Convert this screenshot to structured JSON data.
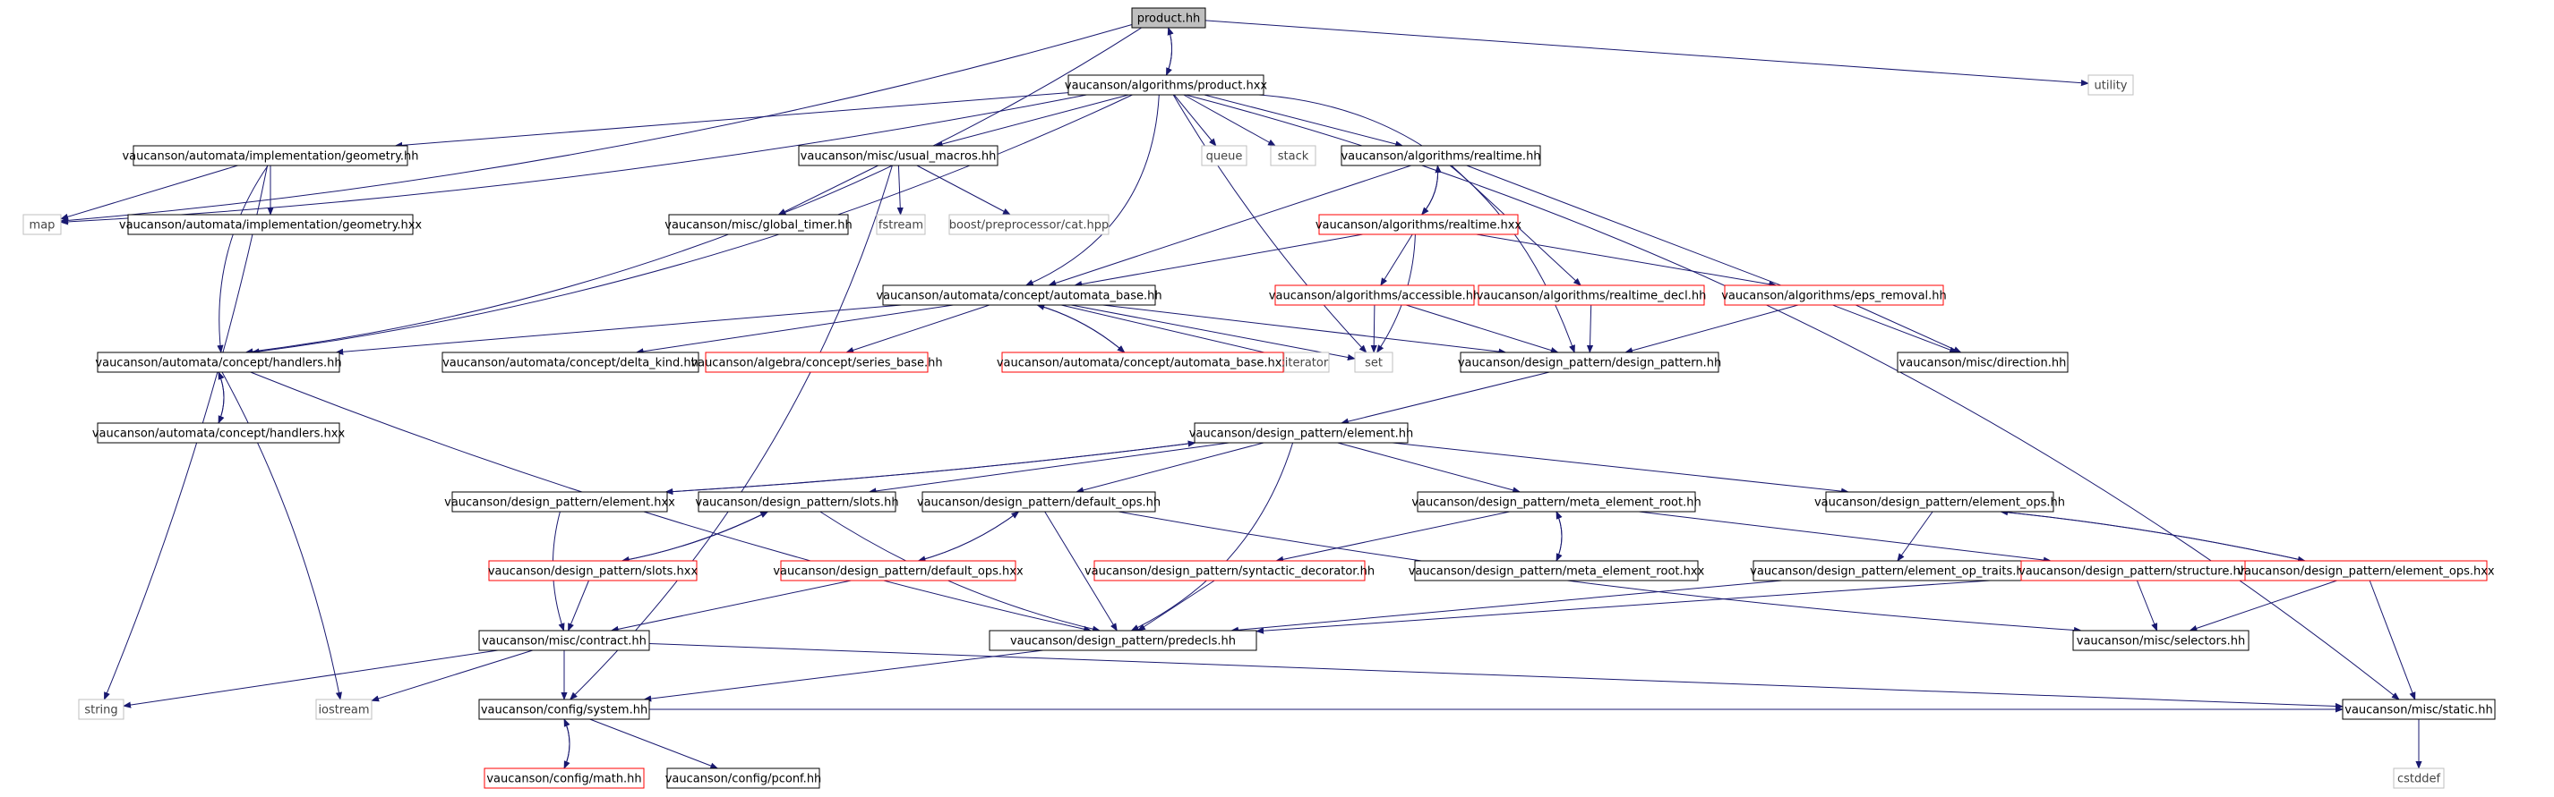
{
  "colors": {
    "edge": "#191970",
    "root_fill": "#bfbfbf",
    "normal_border": "#000000",
    "truncated_border": "#ff0000",
    "external_border": "#bfbfbf",
    "external_text": "#444444",
    "text": "#000000"
  },
  "nodes": {
    "product_hh": "product.hh",
    "product_hxx": "vaucanson/algorithms/product.hxx",
    "utility": "utility",
    "geometry_hh": "vaucanson/automata/implementation/geometry.hh",
    "usual_macros": "vaucanson/misc/usual_macros.hh",
    "queue": "queue",
    "stack": "stack",
    "realtime_hh": "vaucanson/algorithms/realtime.hh",
    "map": "map",
    "geometry_hxx": "vaucanson/automata/implementation/geometry.hxx",
    "global_timer": "vaucanson/misc/global_timer.hh",
    "fstream": "fstream",
    "boost_cat": "boost/preprocessor/cat.hpp",
    "realtime_hxx": "vaucanson/algorithms/realtime.hxx",
    "automata_base_hh": "vaucanson/automata/concept/automata_base.hh",
    "accessible_hh": "vaucanson/algorithms/accessible.hh",
    "realtime_decl": "vaucanson/algorithms/realtime_decl.hh",
    "eps_removal": "vaucanson/algorithms/eps_removal.hh",
    "handlers_hh": "vaucanson/automata/concept/handlers.hh",
    "delta_kind": "vaucanson/automata/concept/delta_kind.hh",
    "series_base": "vaucanson/algebra/concept/series_base.hh",
    "automata_base_hxx": "vaucanson/automata/concept/automata_base.hxx",
    "iterator": "iterator",
    "set": "set",
    "design_pattern_hh": "vaucanson/design_pattern/design_pattern.hh",
    "direction_hh": "vaucanson/misc/direction.hh",
    "handlers_hxx": "vaucanson/automata/concept/handlers.hxx",
    "element_hh": "vaucanson/design_pattern/element.hh",
    "element_hxx": "vaucanson/design_pattern/element.hxx",
    "slots_hh": "vaucanson/design_pattern/slots.hh",
    "default_ops_hh": "vaucanson/design_pattern/default_ops.hh",
    "meta_element_root_hh": "vaucanson/design_pattern/meta_element_root.hh",
    "element_ops_hh": "vaucanson/design_pattern/element_ops.hh",
    "slots_hxx": "vaucanson/design_pattern/slots.hxx",
    "default_ops_hxx": "vaucanson/design_pattern/default_ops.hxx",
    "syntactic_decorator": "vaucanson/design_pattern/syntactic_decorator.hh",
    "meta_element_root_hxx": "vaucanson/design_pattern/meta_element_root.hxx",
    "element_op_traits": "vaucanson/design_pattern/element_op_traits.hh",
    "structure_hh": "vaucanson/design_pattern/structure.hh",
    "element_ops_hxx": "vaucanson/design_pattern/element_ops.hxx",
    "contract_hh": "vaucanson/misc/contract.hh",
    "predecls_hh": "vaucanson/design_pattern/predecls.hh",
    "selectors_hh": "vaucanson/misc/selectors.hh",
    "string": "string",
    "iostream": "iostream",
    "system_hh": "vaucanson/config/system.hh",
    "static_hh": "vaucanson/misc/static.hh",
    "math_hh": "vaucanson/config/math.hh",
    "pconf_hh": "vaucanson/config/pconf.hh",
    "cstddef": "cstddef"
  }
}
